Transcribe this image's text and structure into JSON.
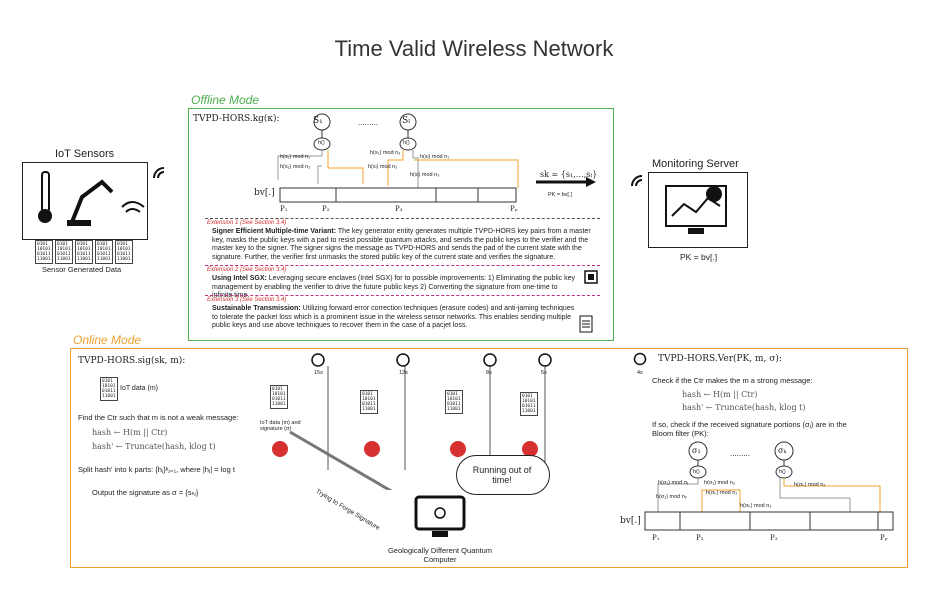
{
  "title": "Time Valid Wireless Network",
  "offline": {
    "label": "Offline Mode",
    "kg": "TVPD-HORS.kg(κ):",
    "s1": "S₁",
    "sl": "Sₗ",
    "dots": ".........",
    "h": "h()",
    "hmods": [
      "h(s₁) mod n₁",
      "h(s₁) mod n₂",
      "h(s₁) mod n₃",
      "h(sₗ) mod n₁",
      "h(sₗ) mod n₂",
      "h(sₗ) mod n₃"
    ],
    "bv": "bv[.]",
    "parts": [
      "P₁",
      "P₂",
      "P₃",
      "Pₚ"
    ],
    "sk": "sk = {s₁,…,sₗ}",
    "pk": "PK = bv[.]",
    "ext1_tag": "Extension 1 (See Section 3.4)",
    "ext1_head": "Signer Efficient Multiple-time Variant:",
    "ext1_body": " The key generator entity generates multiple TVPD-HORS key pairs from a master key, masks the public keys with a pad to resist possible quantum attacks, and sends the public keys to the verifier and the master key to the signer. The signer signs the message as TVPD-HORS and sends the pad of the current state with the signature. Further, the verifier first unmasks the stored public key of the current state and verifies the signature.",
    "ext2_tag": "Extension 2 (See Section 3.4)",
    "ext2_head": "Using Intel SGX:",
    "ext2_body": " Leveraging secure enclaves (Intel SGX) for to possible improvements: 1) Eliminating the public key management by enabling the verifier to drive the future public keys 2) Converting the signature from one-time to infinite time.",
    "ext3_tag": "Extension 3 (See Section 3.4)",
    "ext3_head": "Sustainable Transmission:",
    "ext3_body": " Utilizing forward error correction techniques (erasure codes) and anti-jaming techniques to tolerate the packet loss which is a prominent issue in the wireless sensor networks. This enables sending multiple public keys and use above techniques to recover them in the case of a pacjet loss."
  },
  "iot": {
    "title": "IoT Sensors",
    "caption": "Sensor Generated Data",
    "bits": "0101\n10101\n01011\n11001"
  },
  "server": {
    "title": "Monitoring Server",
    "pk": "PK = bv[.]"
  },
  "online": {
    "label": "Online Mode",
    "sig": "TVPD-HORS.sig(sk, m):",
    "iot_data": "IoT data (m)",
    "find": "Find the Ctr such that m is not a weak message:",
    "hash1": "hash ← H(m || Ctr)",
    "hash2": "hash' ← Truncate(hash, klog t)",
    "split": "Split hash' into k parts: {hⱼ}ᵏⱼ₌₁, where |hⱼ| = log t",
    "output": "Output the signature as σ = {sₕⱼ}",
    "times": [
      "15s",
      "12s",
      "8s",
      "5s",
      "4s"
    ],
    "pkt_label": "IoT data (m) and signature (σ)",
    "forge": "Trying to Forge Signature",
    "running": "Running out of time!",
    "qc": "Geologically Different Quantum Computer",
    "ver": "TVPD-HORS.Ver(PK, m, σ):",
    "check1": "Check if the Ctr makes the m a strong message:",
    "check2": "If so, check if the received signature portions (σⱼ) are in the Bloom filter (PK):",
    "sigma1": "σ₁",
    "sigmak": "σₖ",
    "hmods": [
      "h(σ₁) mod n₁",
      "h(σ₁) mod n₂",
      "h(σ₁) mod n₃",
      "h(σₖ) mod n₁",
      "h(σₖ) mod n₂",
      "h(σₖ) mod n₃"
    ]
  },
  "colors": {
    "offline": "#4caf50",
    "online": "#f0a030",
    "ext": "#d63030"
  },
  "icons": [
    "thermometer-icon",
    "robot-arm-icon",
    "wifi-icon",
    "clock-icon",
    "devil-icon",
    "computer-icon",
    "chart-icon",
    "chip-icon",
    "document-icon"
  ]
}
